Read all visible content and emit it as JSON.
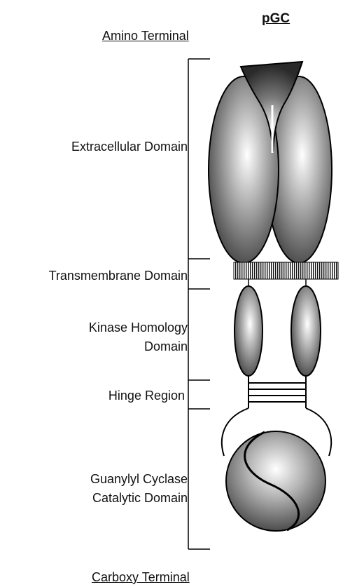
{
  "title": "pGC",
  "terminals": {
    "top": "Amino Terminal",
    "bottom": "Carboxy Terminal"
  },
  "domains": {
    "extracellular": "Extracellular Domain",
    "transmembrane": "Transmembrane Domain",
    "kinase_line1": "Kinase Homology",
    "kinase_line2": "Domain",
    "hinge": "Hinge Region",
    "cyclase_line1": "Guanylyl Cyclase",
    "cyclase_line2": "Catalytic Domain"
  },
  "colors": {
    "shape_light": "#ffffff",
    "shape_mid": "#a8a8a8",
    "shape_dark": "#3c3c3c",
    "outline": "#000000"
  }
}
